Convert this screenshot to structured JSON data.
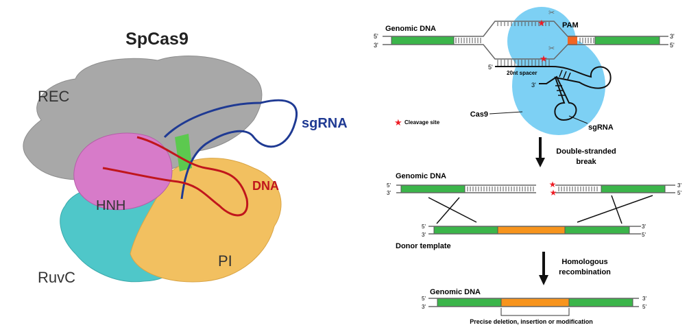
{
  "structure": {
    "title": "SpCas9",
    "labels": {
      "rec": "REC",
      "hnh": "HNH",
      "ruvc": "RuvC",
      "pi": "PI",
      "sgrna": "sgRNA",
      "dna": "DNA"
    }
  },
  "schematic": {
    "top": {
      "genomic_dna": "Genomic DNA",
      "pam": "PAM",
      "spacer": "20nt spacer",
      "cas9": "Cas9",
      "sgrna": "sgRNA",
      "cleavage_site": "Cleavage site"
    },
    "step1": {
      "line1": "Double-stranded",
      "line2": "break"
    },
    "mid": {
      "genomic_dna": "Genomic DNA",
      "donor_template": "Donor template"
    },
    "step2": {
      "line1": "Homologous",
      "line2": "recombination"
    },
    "bottom": {
      "genomic_dna": "Genomic DNA",
      "result": "Precise deletion, insertion or modification"
    },
    "ends": {
      "five": "5'",
      "three": "3'"
    }
  },
  "colors": {
    "green": "#3bb54a",
    "orange": "#f7941d",
    "cas9": "#7dd0f4",
    "star": "#ed1c24",
    "pam": "#f26522"
  }
}
